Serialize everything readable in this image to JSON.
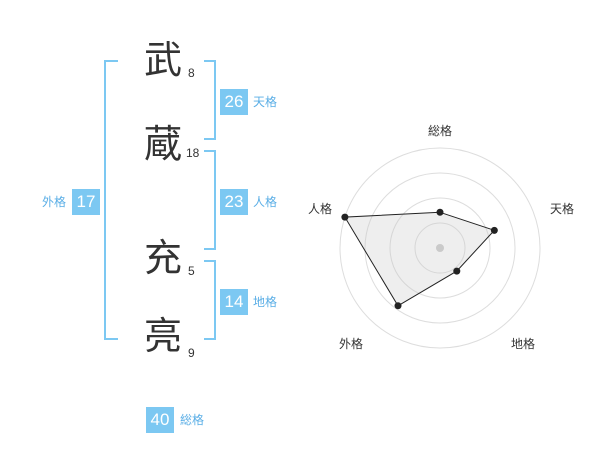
{
  "characters": [
    {
      "char": "武",
      "strokes": "8"
    },
    {
      "char": "蔵",
      "strokes": "18"
    },
    {
      "char": "充",
      "strokes": "5"
    },
    {
      "char": "亮",
      "strokes": "9"
    }
  ],
  "kakusu": {
    "tenkaku": {
      "value": "26",
      "label": "天格"
    },
    "jinkaku": {
      "value": "23",
      "label": "人格"
    },
    "chikaku": {
      "value": "14",
      "label": "地格"
    },
    "gaikaku": {
      "value": "17",
      "label": "外格"
    },
    "soukaku": {
      "value": "40",
      "label": "総格"
    }
  },
  "colors": {
    "accent": "#7cc8f2",
    "label_text": "#5aaee6",
    "text": "#333333"
  },
  "chart_data": {
    "type": "radar",
    "axes": [
      "総格",
      "天格",
      "地格",
      "外格",
      "人格"
    ],
    "values": [
      2.5,
      4.0,
      2.0,
      5.0,
      7.0
    ],
    "range": [
      0,
      7
    ],
    "rings": 4
  }
}
